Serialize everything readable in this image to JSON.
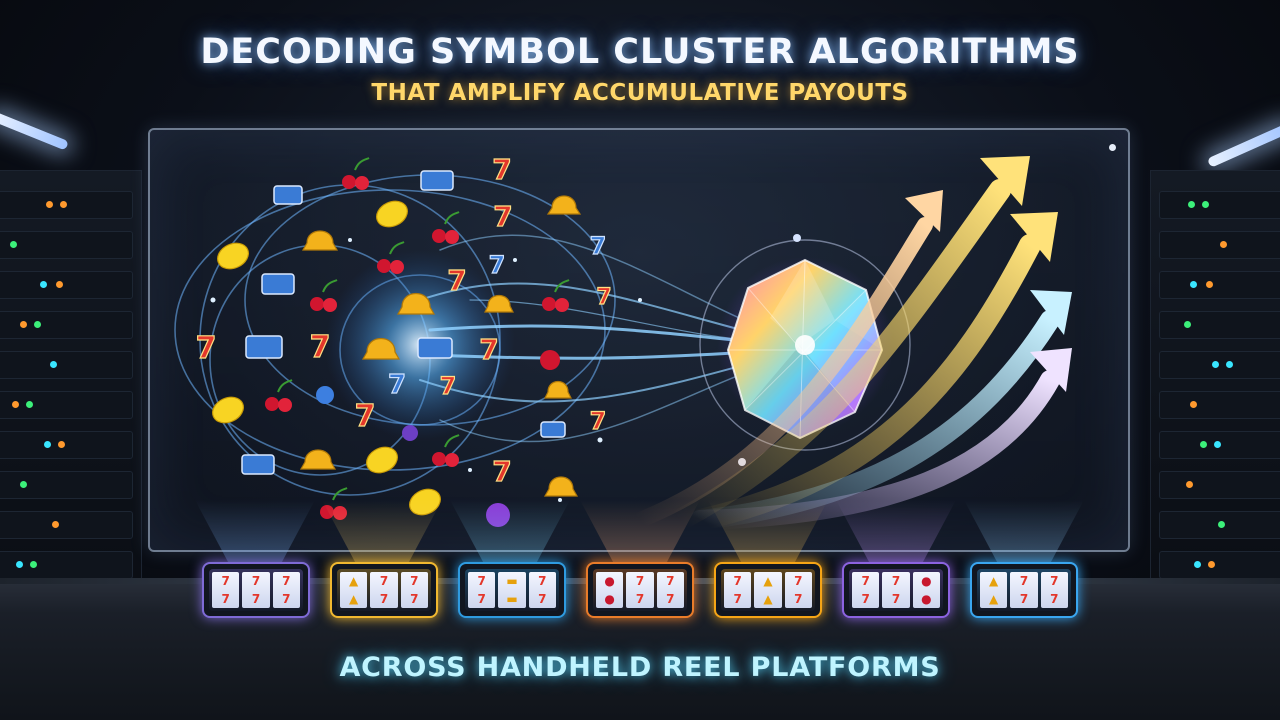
{
  "headline": {
    "title": "DECODING SYMBOL CLUSTER ALGORITHMS",
    "subtitle": "THAT AMPLIFY ACCUMULATIVE PAYOUTS"
  },
  "footer": {
    "tagline": "ACROSS HANDHELD REEL PLATFORMS"
  },
  "symbols": [
    "seven",
    "cherry",
    "bell",
    "lemon",
    "bar",
    "orb"
  ],
  "colors": {
    "seven": "#e3372b",
    "bell": "#f3b21b",
    "lemon": "#f8d423",
    "cherry": "#d0162f",
    "bar": "#3a7bd5",
    "title_glow": "#9cc8ff",
    "subtitle": "#ffd76a",
    "tagline": "#bff4ff",
    "arrow_gold": "#f6c84a",
    "arrow_cyan": "#9fe3ff",
    "arrow_violet": "#d3b8ff"
  },
  "phones": [
    {
      "frame": "#7f6bd6",
      "reels": [
        "7",
        "7",
        "7"
      ]
    },
    {
      "frame": "#f1b830",
      "reels": [
        "bell",
        "7",
        "7"
      ]
    },
    {
      "frame": "#2f9be0",
      "reels": [
        "7",
        "bar",
        "7"
      ]
    },
    {
      "frame": "#e97c2a",
      "reels": [
        "cherry",
        "7",
        "7"
      ]
    },
    {
      "frame": "#f6a516",
      "reels": [
        "7",
        "bell",
        "7"
      ]
    },
    {
      "frame": "#8c63e0",
      "reels": [
        "7",
        "7",
        "cherry"
      ]
    },
    {
      "frame": "#3aa6f0",
      "reels": [
        "bell",
        "7",
        "7"
      ]
    }
  ]
}
